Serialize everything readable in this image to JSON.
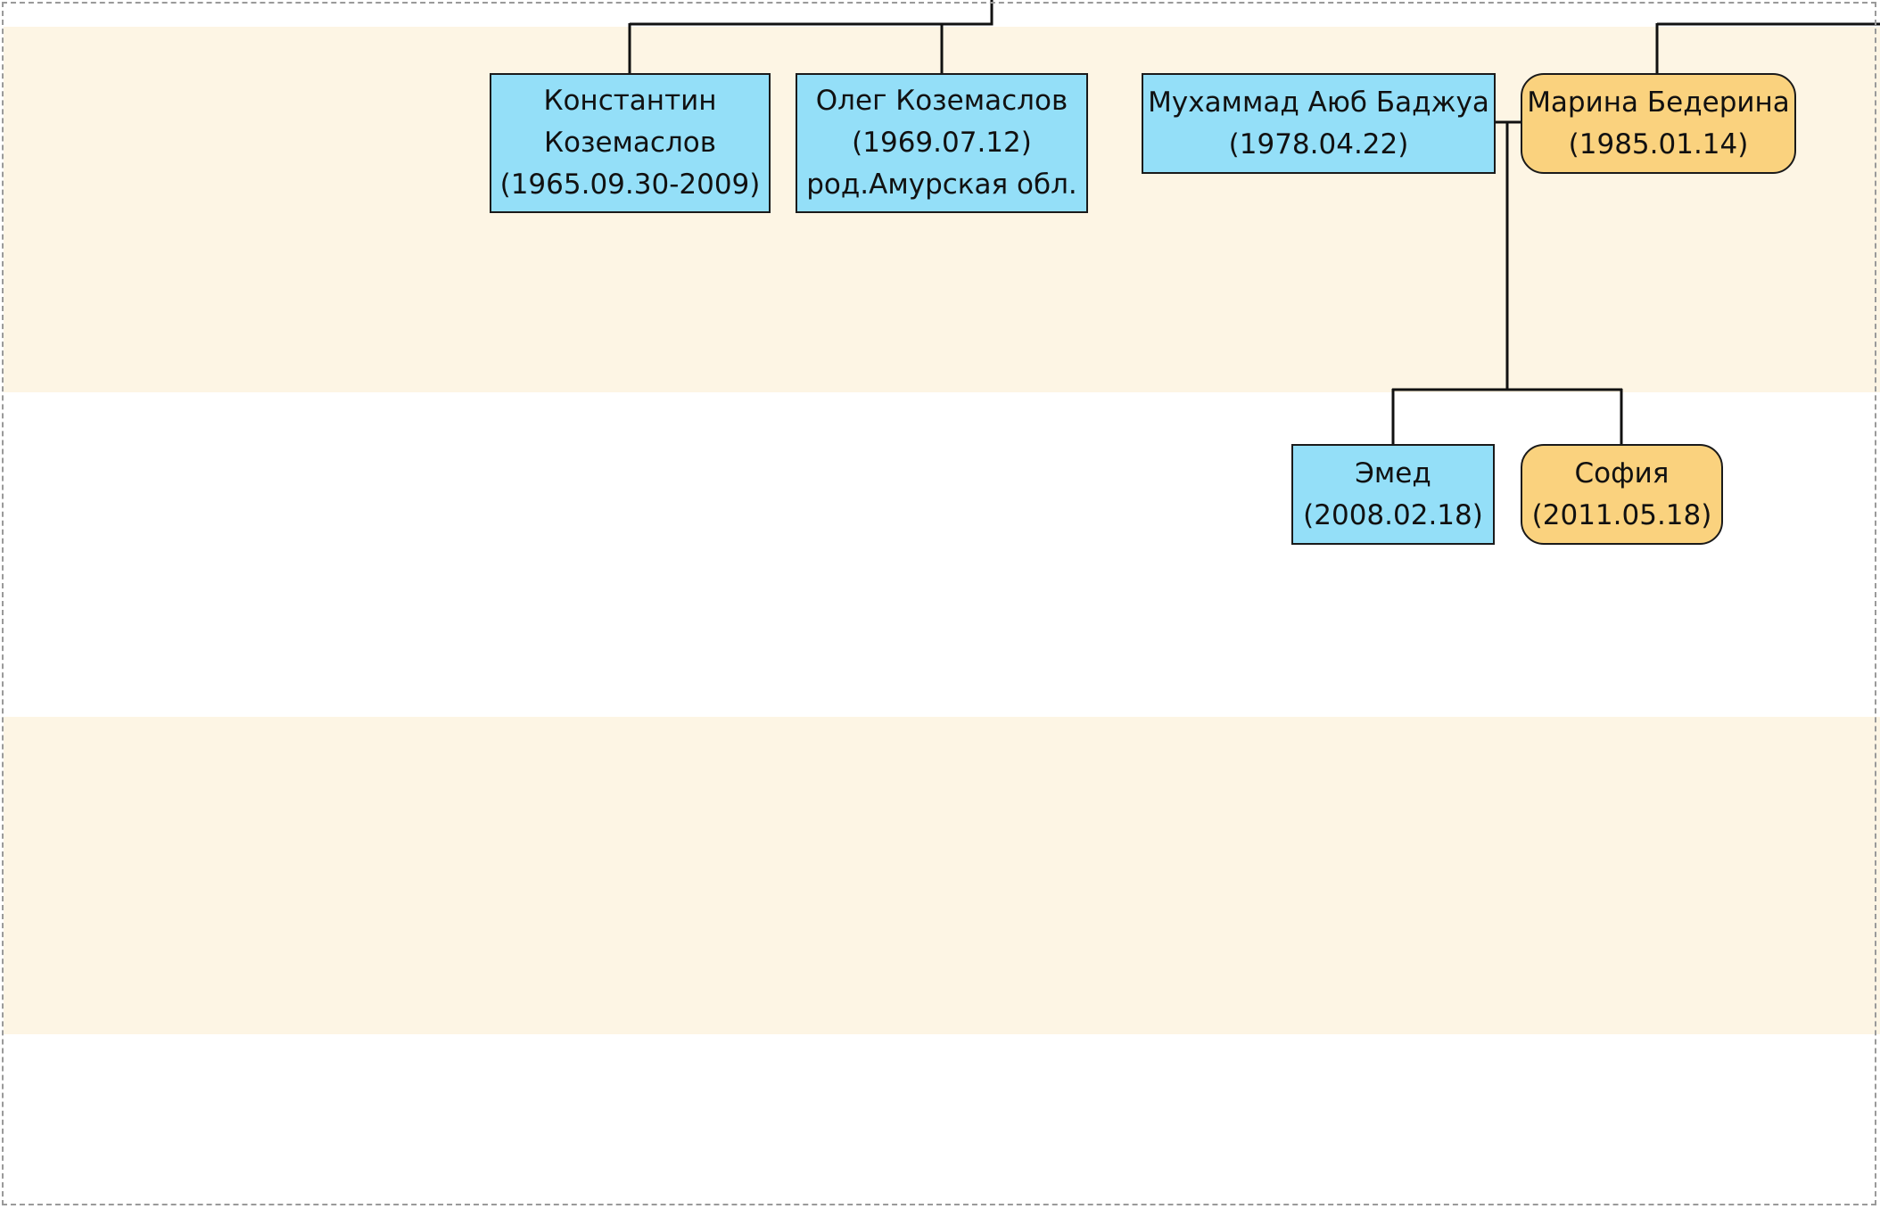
{
  "colors": {
    "male_fill": "#94dff8",
    "female_fill": "#fad27e",
    "band_fill": "#fdf5e4",
    "line": "#111111",
    "frame": "#9a9a9a"
  },
  "people": {
    "konstantin": {
      "lines": [
        "Константин",
        "Коземаслов",
        "(1965.09.30-2009)"
      ],
      "gender": "male"
    },
    "oleg": {
      "lines": [
        "Олег Коземаслов",
        "(1969.07.12)",
        "род.Амурская обл."
      ],
      "gender": "male"
    },
    "muhammad": {
      "lines": [
        "Мухаммад Аюб Баджуа",
        "(1978.04.22)"
      ],
      "gender": "male"
    },
    "marina": {
      "lines": [
        "Марина Бедерина",
        "(1985.01.14)"
      ],
      "gender": "female"
    },
    "emed": {
      "lines": [
        "Эмед",
        "(2008.02.18)"
      ],
      "gender": "male"
    },
    "sofia": {
      "lines": [
        "София",
        "(2011.05.18)"
      ],
      "gender": "female"
    }
  }
}
